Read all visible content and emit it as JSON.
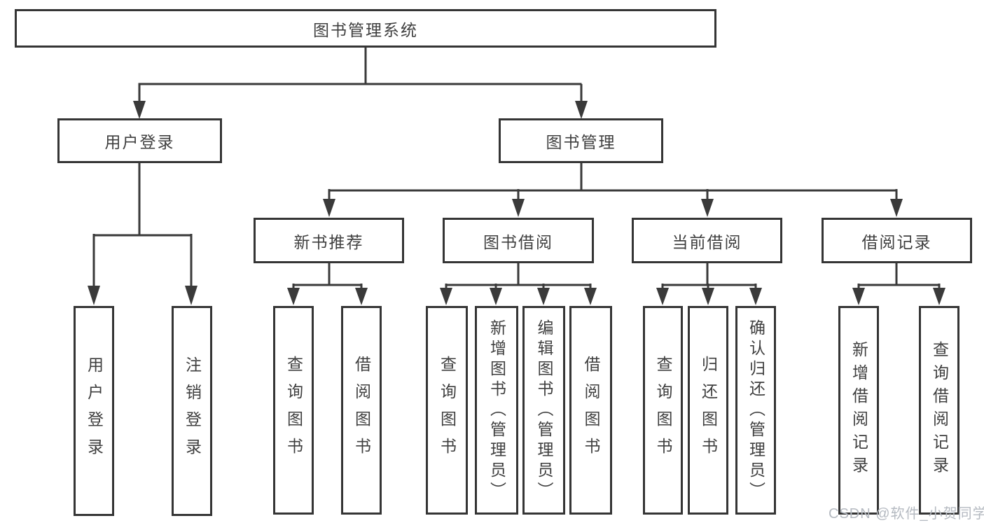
{
  "tree": {
    "root": "图书管理系统",
    "children": [
      {
        "label": "用户登录",
        "leaves": [
          "用户登录",
          "注销登录"
        ]
      },
      {
        "label": "图书管理",
        "children": [
          {
            "label": "新书推荐",
            "leaves": [
              "查询图书",
              "借阅图书"
            ]
          },
          {
            "label": "图书借阅",
            "leaves": [
              "查询图书",
              "新增图书（管理员）",
              "编辑图书（管理员）",
              "借阅图书"
            ]
          },
          {
            "label": "当前借阅",
            "leaves": [
              "查询图书",
              "归还图书",
              "确认归还（管理员）"
            ]
          },
          {
            "label": "借阅记录",
            "leaves": [
              "新增借阅记录",
              "查询借阅记录"
            ]
          }
        ]
      }
    ]
  },
  "watermark": "CSDN @软件_小贺同学",
  "colors": {
    "line": "#3a3a3a",
    "box_border": "#353535",
    "text": "#3f3f3f",
    "watermark": "#b5bac1",
    "background": "#ffffff"
  }
}
